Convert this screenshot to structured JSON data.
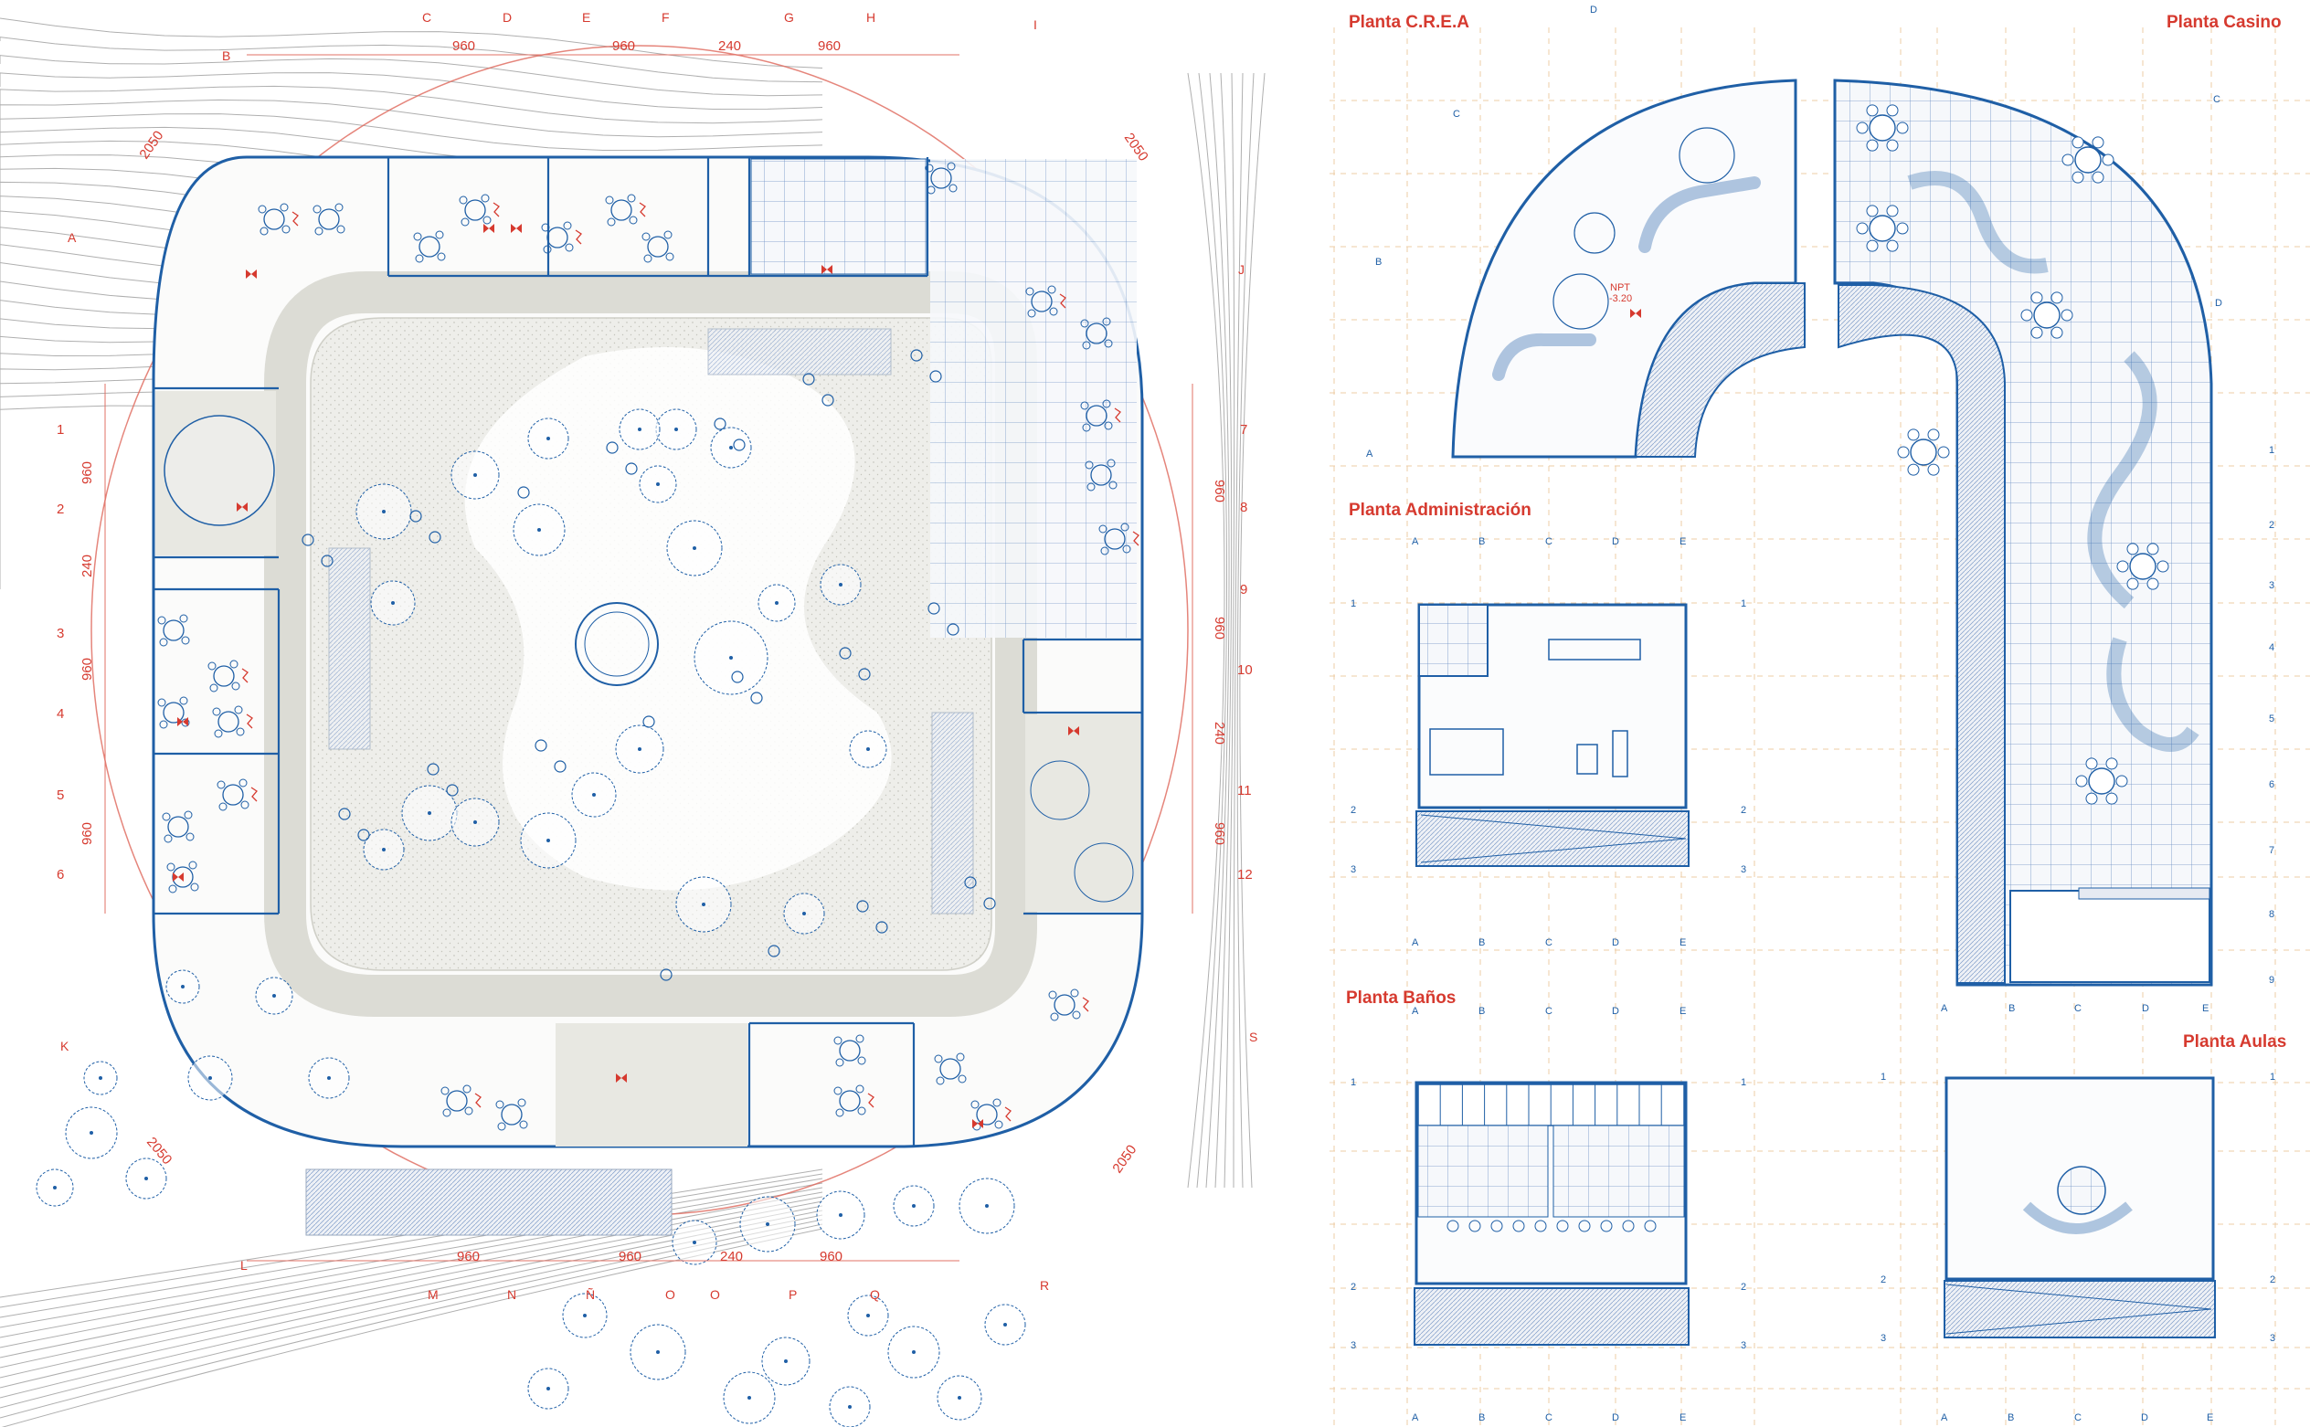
{
  "panels": {
    "crea": "Planta C.R.E.A",
    "casino": "Planta Casino",
    "admin": "Planta Administración",
    "banos": "Planta Baños",
    "aulas": "Planta Aulas"
  },
  "site_plan": {
    "grid_top": [
      "B",
      "C",
      "D",
      "E",
      "F",
      "G",
      "H",
      "I"
    ],
    "grid_right": [
      "J",
      "S"
    ],
    "grid_bottom": [
      "M",
      "N",
      "Ñ",
      "O",
      "P",
      "Q",
      "R"
    ],
    "grid_left": [
      "A",
      "K",
      "L"
    ],
    "axis_numbers_left": [
      "1",
      "2",
      "3",
      "4",
      "5",
      "6"
    ],
    "axis_numbers_right": [
      "7",
      "8",
      "9",
      "10",
      "11",
      "12"
    ],
    "dims_top": [
      "960",
      "960",
      "240",
      "960"
    ],
    "dims_bottom": [
      "960",
      "960",
      "240",
      "960"
    ],
    "dims_left": [
      "960",
      "240",
      "960",
      "960"
    ],
    "dims_right": [
      "960",
      "960",
      "240",
      "960"
    ],
    "radius_label": "2050"
  },
  "crea_plan": {
    "level_tag": "NPT",
    "level_value": "-3.20",
    "grid_letters": [
      "A",
      "B",
      "C",
      "D"
    ]
  },
  "grid_cols": [
    "A",
    "B",
    "C",
    "D",
    "E"
  ],
  "casino_rows": [
    "1",
    "2",
    "3",
    "4",
    "5",
    "6",
    "7",
    "8",
    "9"
  ],
  "admin_rows": [
    "1",
    "2",
    "3"
  ],
  "banos_rows": [
    "1",
    "2",
    "3"
  ],
  "aulas_rows": [
    "1",
    "2",
    "3"
  ],
  "colors": {
    "accent": "#d63a2f",
    "line": "#1f5fa6",
    "fill": "#e9e9e4"
  }
}
